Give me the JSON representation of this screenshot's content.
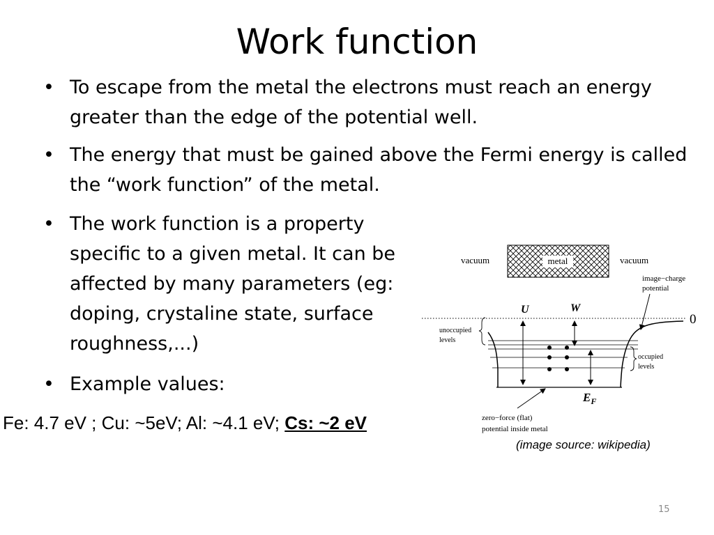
{
  "slide": {
    "title": "Work function",
    "bullets": [
      "To escape from the metal the electrons must reach an energy greater than the edge of the potential well.",
      "The energy that must be gained above the Fermi energy is called the “work function” of the metal.",
      "The work function is a property specific to a given metal. It can be affected by many parameters (eg: doping, crystaline state, surface roughness,...)",
      "Example values:"
    ],
    "bullet_glyph": "•",
    "examples": {
      "plain": "Fe: 4.7 eV ; Cu: ~5eV;  Al: ~4.1 eV; ",
      "emphasized": "Cs: ~2 eV"
    },
    "caption": "(image source: wikipedia)",
    "page_number": "15"
  },
  "diagram": {
    "vacuum_left": "vacuum",
    "metal": "metal",
    "vacuum_right": "vacuum",
    "image_charge_line1": "image−charge",
    "image_charge_line2": "potential",
    "U": "U",
    "W": "W",
    "zero": "0",
    "unoccupied_line1": "unoccupied",
    "unoccupied_line2": "levels",
    "occupied_line1": "occupied",
    "occupied_line2": "levels",
    "EF_main": "E",
    "EF_sub": "F",
    "zero_force_line1": "zero−force (flat)",
    "zero_force_line2": "potential inside metal"
  }
}
